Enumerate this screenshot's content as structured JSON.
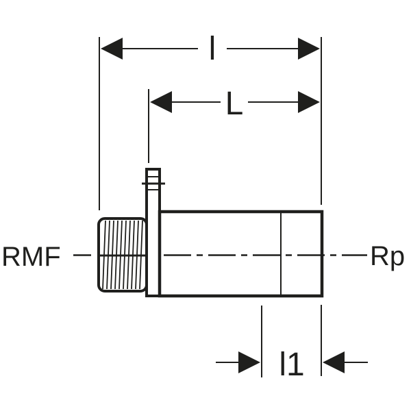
{
  "drawing": {
    "labels": {
      "overall_length": "l",
      "body_length": "L",
      "insertion_length": "l1",
      "left_connection": "RMF",
      "right_connection": "Rp"
    },
    "colors": {
      "ink": "#1f1f1d",
      "background": "#ffffff"
    }
  }
}
